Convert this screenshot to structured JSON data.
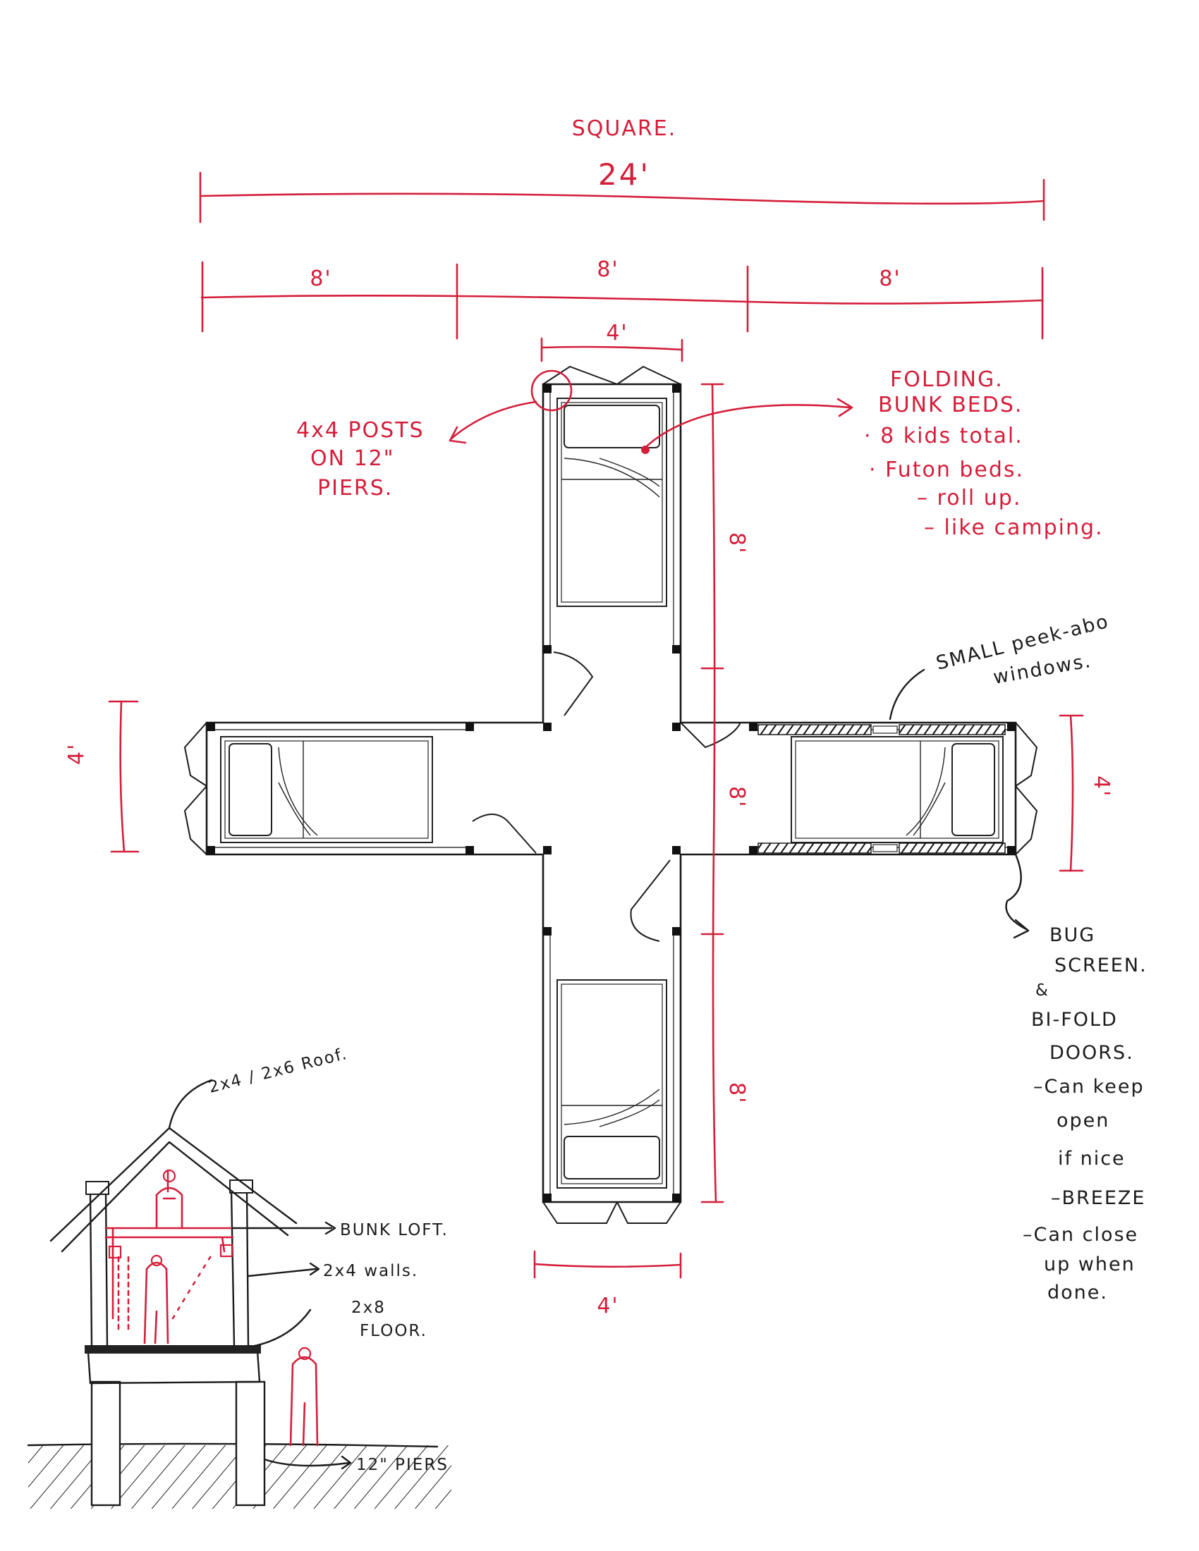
{
  "title": "SQUARE.",
  "dimensions": {
    "overall": "24'",
    "segment_left": "8'",
    "segment_center": "8'",
    "segment_right": "8'",
    "arm_width_top": "4'",
    "arm_width_bottom": "4'",
    "arm_width_left": "4'",
    "arm_width_right": "4'",
    "vertical_top": "8'",
    "vertical_middle": "8'",
    "vertical_bottom": "8'"
  },
  "notes": {
    "posts": [
      "4x4 POSTS",
      "ON 12\"",
      "PIERS."
    ],
    "beds": [
      "FOLDING.",
      "BUNK BEDS.",
      "· 8 kids total.",
      "· Futon beds.",
      "– roll up.",
      "– like camping."
    ],
    "windows": [
      "SMALL peek-abo",
      "windows."
    ],
    "screen": [
      "BUG",
      "SCREEN.",
      "&",
      "BI-FOLD",
      "DOORS.",
      "–Can keep",
      "open",
      "if nice",
      "–BREEZE",
      "–Can close",
      "up when",
      "done."
    ]
  },
  "section": {
    "roof": "2x4 / 2x6 Roof.",
    "loft": "BUNK LOFT.",
    "walls": "2x4 walls.",
    "floor": [
      "2x8",
      "FLOOR."
    ],
    "piers": "12\" PIERS"
  },
  "colors": {
    "annotation": "#d41e3a",
    "ink": "#1c1c1c"
  }
}
